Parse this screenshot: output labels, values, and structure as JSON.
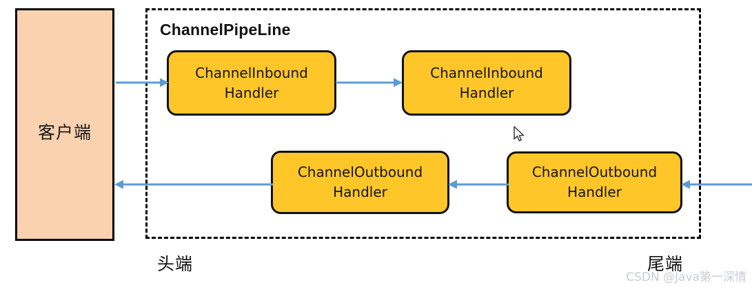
{
  "diagram": {
    "title": "ChannelPipeLine",
    "client": {
      "label": "客户端"
    },
    "pipeline": {
      "title": "ChannelPipeLine",
      "head_label": "头端",
      "tail_label": "尾端",
      "handlers": [
        {
          "id": "inbound-1",
          "line1": "ChannelInbound",
          "line2": "Handler",
          "type": "inbound"
        },
        {
          "id": "inbound-2",
          "line1": "ChannelInbound",
          "line2": "Handler",
          "type": "inbound"
        },
        {
          "id": "outbound-1",
          "line1": "ChannelOutbound",
          "line2": "Handler",
          "type": "outbound"
        },
        {
          "id": "outbound-2",
          "line1": "ChannelOutbound",
          "line2": "Handler",
          "type": "outbound"
        }
      ]
    },
    "arrows": [
      {
        "id": "client-to-inbound-1",
        "direction": "right"
      },
      {
        "id": "inbound-1-to-inbound-2",
        "direction": "right"
      },
      {
        "id": "external-to-outbound-2",
        "direction": "left"
      },
      {
        "id": "outbound-2-to-outbound-1",
        "direction": "left"
      },
      {
        "id": "outbound-1-to-client",
        "direction": "left"
      }
    ],
    "colors": {
      "client_fill": "#FAD2B0",
      "handler_fill": "#FFC629",
      "stroke": "#111111",
      "arrow": "#5B9BD5",
      "watermark": "#c9ccd4"
    },
    "watermark": "CSDN @Java第一深情"
  }
}
